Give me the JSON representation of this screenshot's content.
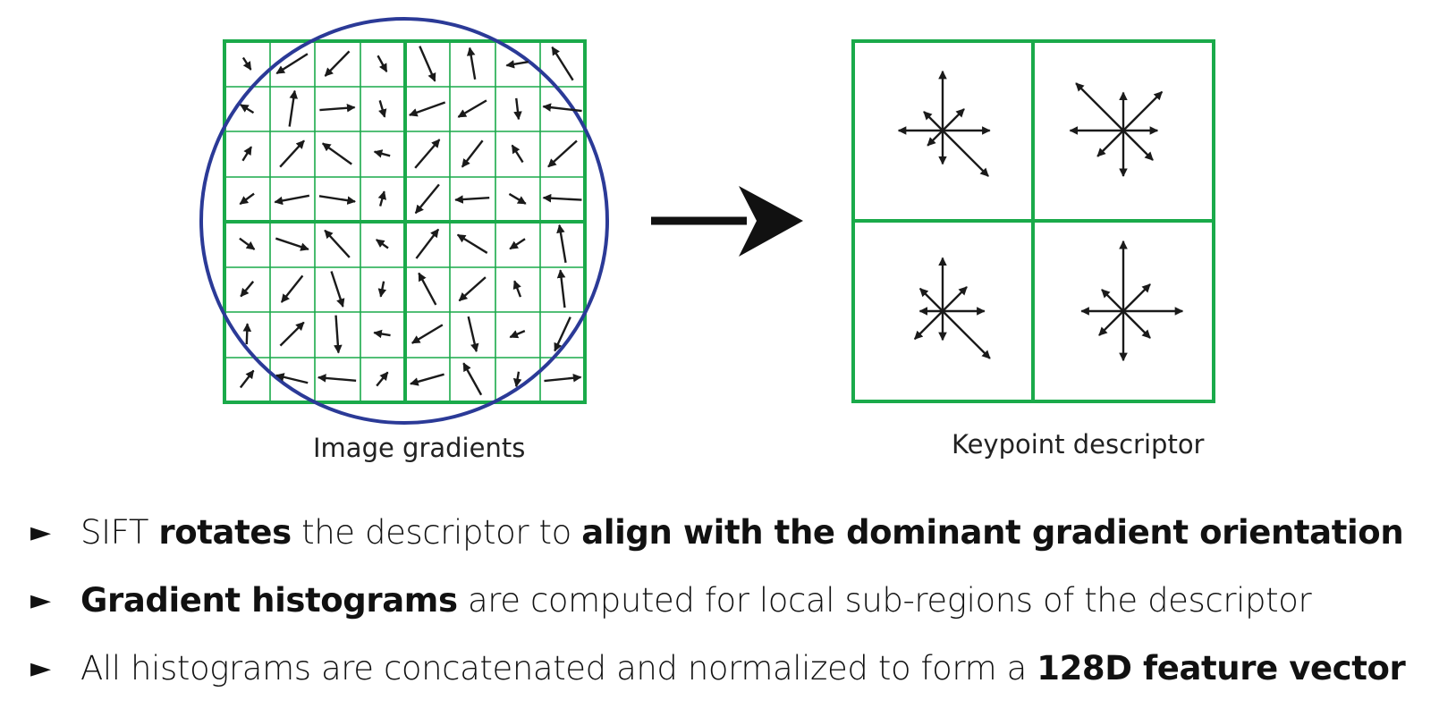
{
  "captions": {
    "left": "Image gradients",
    "right": "Keypoint descriptor"
  },
  "colors": {
    "grid": "#1aaa4a",
    "circle": "#2b3a97",
    "arrow": "#1a1a1a"
  },
  "bullets": [
    {
      "marker": "►",
      "parts": [
        {
          "text": "SIFT ",
          "bold": false
        },
        {
          "text": "rotates",
          "bold": true
        },
        {
          "text": " the descriptor to ",
          "bold": false
        },
        {
          "text": "align with the dominant gradient orientation",
          "bold": true
        }
      ]
    },
    {
      "marker": "►",
      "parts": [
        {
          "text": "Gradient histograms",
          "bold": true
        },
        {
          "text": " are computed for local sub-regions of the descriptor",
          "bold": false
        }
      ]
    },
    {
      "marker": "►",
      "parts": [
        {
          "text": "All histograms are concatenated and normalized to form a ",
          "bold": false
        },
        {
          "text": "128D feature vector",
          "bold": true
        }
      ]
    }
  ]
}
